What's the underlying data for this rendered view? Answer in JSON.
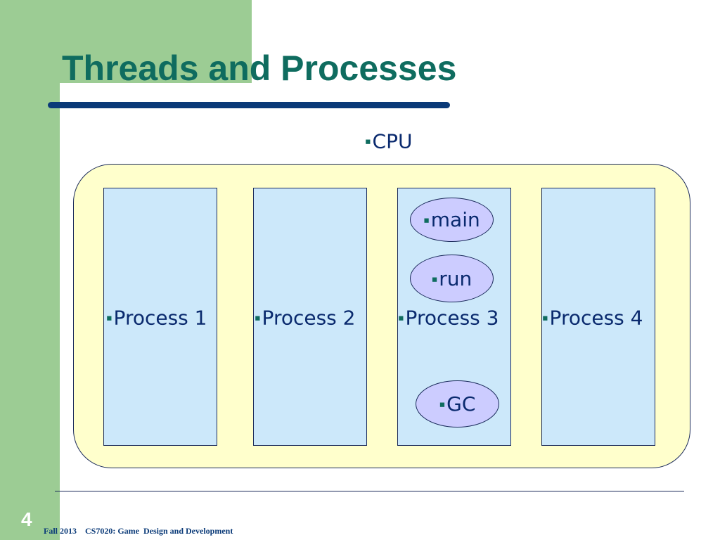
{
  "slide": {
    "title": "Threads and Processes",
    "number": "4",
    "footer": "Fall 2013    CS7020: Game  Design and Development"
  },
  "diagram": {
    "bullet": "▪",
    "cpu_label": "CPU",
    "processes": [
      {
        "label": "Process 1"
      },
      {
        "label": "Process 2"
      },
      {
        "label": "Process 3",
        "threads": [
          "main",
          "run",
          "GC"
        ]
      },
      {
        "label": "Process 4"
      }
    ]
  },
  "colors": {
    "sidebar_green": "#9ccc94",
    "title_teal": "#0f6c5f",
    "title_rule_navy": "#0a3a78",
    "cpu_fill": "#ffffcc",
    "process_fill": "#cce8fa",
    "thread_fill": "#ccccff",
    "text_navy": "#0a2a6e"
  }
}
